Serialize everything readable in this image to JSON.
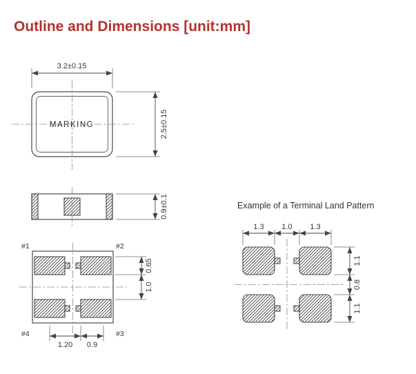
{
  "colors": {
    "title": "#B5332A",
    "line": "#4A4A4A"
  },
  "title": "Outline and Dimensions [unit:mm]",
  "top_view": {
    "width_dim": "3.2±0.15",
    "height_dim": "2.5±0.15",
    "marking": "MARKING"
  },
  "side_view": {
    "thickness_dim": "0.9±0.1"
  },
  "bottom_view": {
    "pad_labels": {
      "p1": "#1",
      "p2": "#2",
      "p3": "#3",
      "p4": "#4"
    },
    "pad_height_dim": "0.65",
    "pad_gap_vertical_dim": "1.0",
    "pad_length_dim": "1.20",
    "pad_gap_horizontal_dim": "0.9"
  },
  "land_pattern": {
    "caption": "Example of a Terminal Land Pattern",
    "top_dims": [
      "1.3",
      "1.0",
      "1.3"
    ],
    "side_dims": [
      "1.1",
      "0.8",
      "1.1"
    ]
  }
}
